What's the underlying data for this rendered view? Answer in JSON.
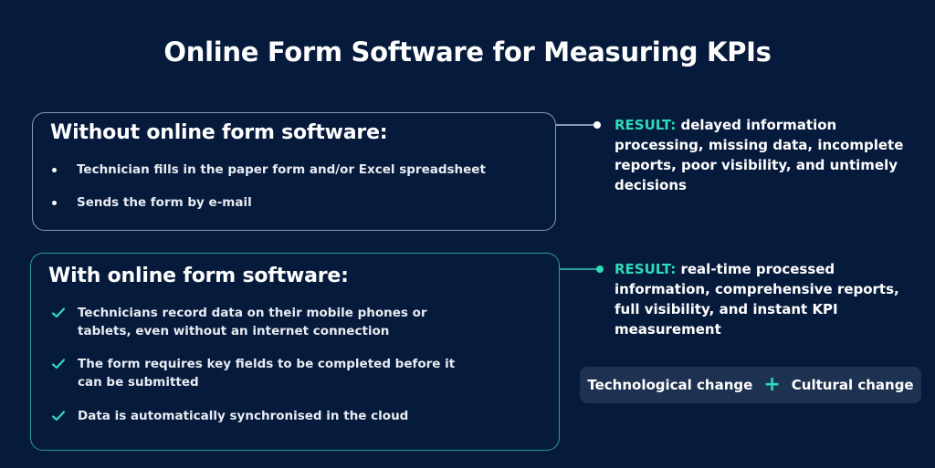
{
  "title": "Online Form Software for Measuring KPIs",
  "colors": {
    "background": "#061a3b",
    "accent": "#2fd9b9",
    "box_without_border": "#8b98ad",
    "box_with_border": "#2a9c97",
    "pill_background": "#1d3150"
  },
  "without": {
    "heading": "Without online form software:",
    "items": [
      "Technician fills in the paper form and/or Excel spreadsheet",
      "Sends the form by e-mail"
    ],
    "marker_icon": "bullet-dot",
    "result": {
      "label": "RESULT:",
      "text": " delayed information processing, missing data, incomplete reports, poor visibility, and untimely decisions"
    }
  },
  "with": {
    "heading": "With online form software:",
    "items": [
      "Technicians record data on their mobile phones or tablets, even without an internet connection",
      "The form requires key fields to be completed before it can be submitted",
      "Data is automatically synchronised in the cloud"
    ],
    "marker_icon": "check-icon",
    "result": {
      "label": "RESULT:",
      "text": " real-time processed information, comprehensive reports, full visibility, and instant KPI measurement"
    }
  },
  "change": {
    "left": "Technological change",
    "operator_icon": "plus-icon",
    "operator": "+",
    "right": "Cultural change"
  }
}
